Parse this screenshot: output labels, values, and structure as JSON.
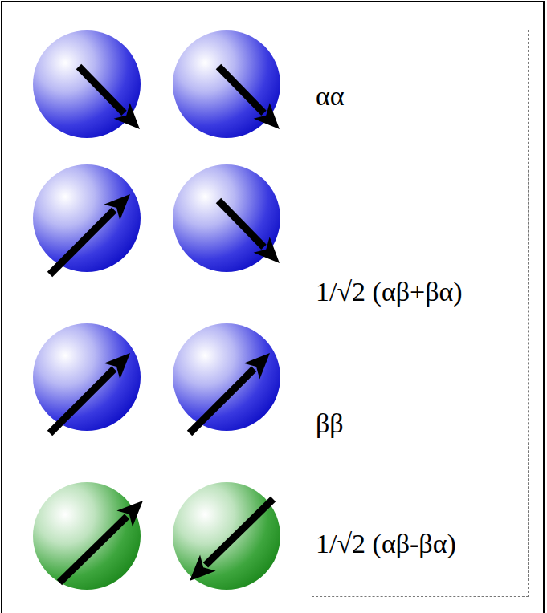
{
  "diagram": {
    "nodes": [
      {
        "text": [
          "αα",
          "1/√2 (αβ+βα)",
          "ββ",
          "1/√2 (αβ-βα)"
        ]
      }
    ]
  }
}
